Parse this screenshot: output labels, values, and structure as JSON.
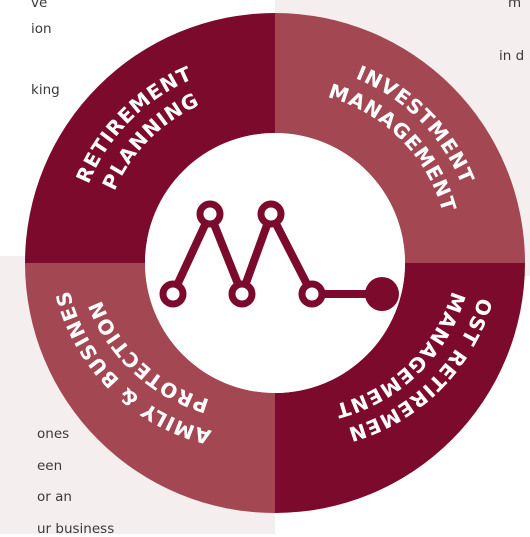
{
  "colors": {
    "dark_segment": "#7c0a2c",
    "light_segment": "#a34752",
    "panel_tint": "#f5eeee",
    "center": "#ffffff",
    "logo": "#7c0a2c"
  },
  "segments": [
    {
      "id": "retirement-planning",
      "line1": "RETIREMENT",
      "line2": "PLANNING"
    },
    {
      "id": "investment-management",
      "line1": "INVESTMENT",
      "line2": "MANAGEMENT"
    },
    {
      "id": "post-retirement-management",
      "line1": "POST RETIREMENT",
      "line2": "MANAGEMENT"
    },
    {
      "id": "family-business-protection",
      "line1": "FAMILY & BUSINESS",
      "line2": "PROTECTION"
    }
  ],
  "snippets": {
    "top_left_1": "ve",
    "top_left_2": "ion",
    "top_left_3": "king",
    "top_right_1": "m",
    "top_right_2": "in d",
    "bottom_left_1": "ones",
    "bottom_left_2": "een",
    "bottom_left_3": "or an",
    "bottom_left_4": "ur business"
  },
  "logo_icon": "m-logo-icon"
}
